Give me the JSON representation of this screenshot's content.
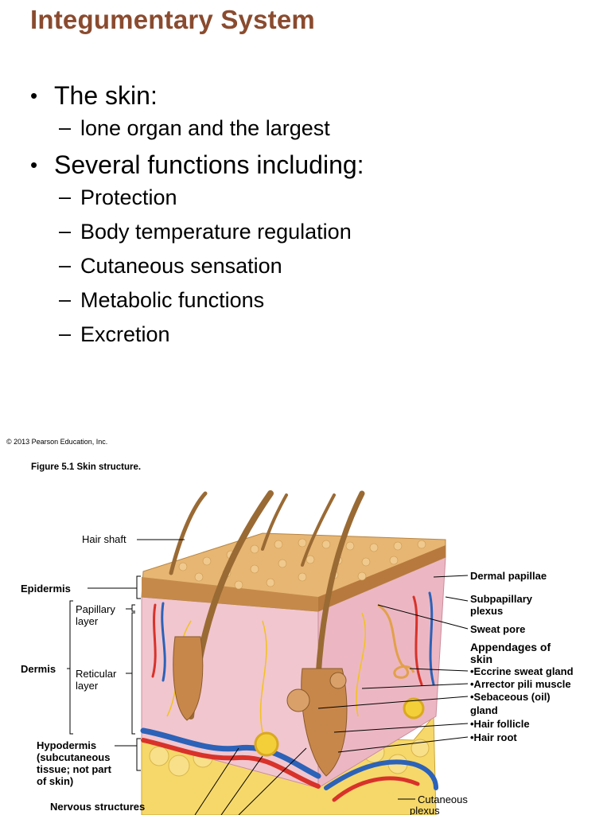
{
  "slide": {
    "title": "Integumentary System",
    "bullets": [
      {
        "text": "The skin:",
        "sub": [
          "lone organ and the largest"
        ]
      },
      {
        "text": "Several functions including:",
        "sub": [
          "Protection",
          "Body temperature regulation",
          "Cutaneous sensation",
          "Metabolic functions",
          "Excretion"
        ]
      }
    ],
    "copyright": "© 2013 Pearson Education, Inc.",
    "caption": "Figure 5.1  Skin structure."
  },
  "figure": {
    "labels": {
      "hair_shaft": "Hair shaft",
      "epidermis": "Epidermis",
      "papillary_layer_1": "Papillary",
      "papillary_layer_2": "layer",
      "dermis": "Dermis",
      "reticular_layer_1": "Reticular",
      "reticular_layer_2": "layer",
      "hypodermis": "Hypodermis",
      "hypodermis_note_1": "(subcutaneous",
      "hypodermis_note_2": "tissue; not part",
      "hypodermis_note_3": "of skin)",
      "nervous_structures": "Nervous structures",
      "dermal_papillae": "Dermal papillae",
      "subpapillary_1": "Subpapillary",
      "subpapillary_2": "plexus",
      "sweat_pore": "Sweat pore",
      "appendages_1": "Appendages of",
      "appendages_2": "skin",
      "eccrine": "•Eccrine sweat gland",
      "arrector": "•Arrector pili muscle",
      "sebaceous_1": "•Sebaceous (oil)",
      "sebaceous_2": "gland",
      "hair_follicle": "•Hair follicle",
      "hair_root": "•Hair root",
      "cutaneous_1": "Cutaneous",
      "cutaneous_2": "plexus"
    },
    "colors": {
      "epidermis": "#e7b673",
      "dermis": "#f1c6cf",
      "hypodermis": "#f6d86a",
      "artery": "#d8322a",
      "vein": "#2c62b8",
      "hair": "#9a6a34",
      "nerve": "#f2c21b"
    }
  }
}
